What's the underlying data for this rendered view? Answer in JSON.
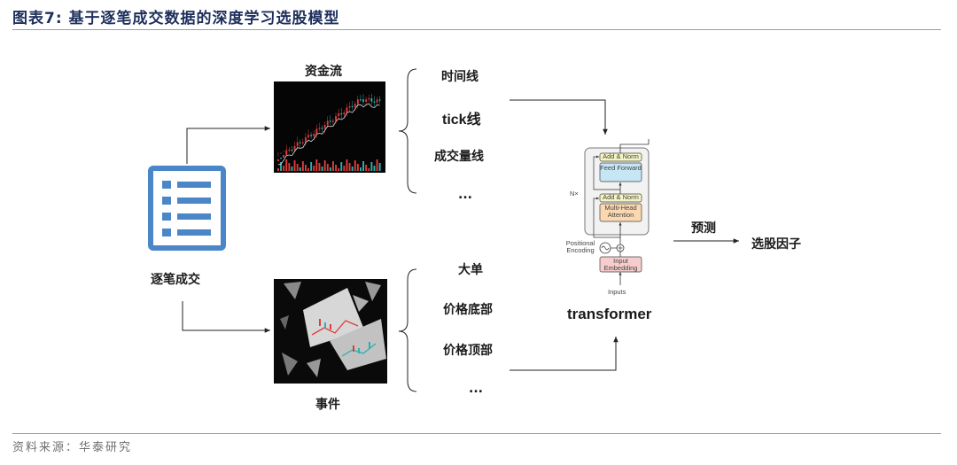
{
  "figure": {
    "title": "图表7:  基于逐笔成交数据的深度学习选股模型",
    "source": "资料来源：华泰研究"
  },
  "input": {
    "label": "逐笔成交"
  },
  "branches": {
    "fund_flow": {
      "label": "资金流",
      "items": [
        "时间线",
        "tick线",
        "成交量线",
        "..."
      ]
    },
    "events": {
      "label": "事件",
      "items": [
        "大单",
        "价格底部",
        "价格顶部",
        "..."
      ]
    }
  },
  "model": {
    "label": "transformer",
    "nx": "N×",
    "inputs": "Inputs",
    "input_embedding": "Input Embedding",
    "positional_encoding": "Positional Encoding",
    "add_norm": "Add & Norm",
    "feed_forward": "Feed Forward",
    "multi_head_attention": "Multi-Head Attention"
  },
  "output": {
    "arrow_label": "预测",
    "label": "选股因子"
  },
  "colors": {
    "doc_icon": "#4a86c8",
    "title": "#1d2f5c",
    "rule": "#8aa2c3",
    "feed_forward": "#c6e6f5",
    "attention": "#fbd8b0",
    "add_norm": "#f3f4c3",
    "embedding": "#f6cccc",
    "chart_up": "#e23b3b",
    "chart_down": "#2fb0b0"
  }
}
